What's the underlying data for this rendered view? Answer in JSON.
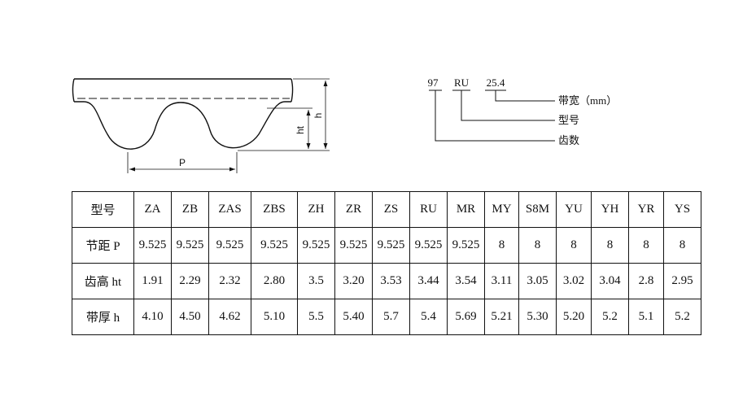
{
  "diagram": {
    "label_pitch": "P",
    "label_tooth_height": "ht",
    "label_belt_thickness": "h"
  },
  "designation": {
    "teeth_value": "97",
    "type_value": "RU",
    "width_value": "25.4",
    "width_label": "带宽（mm）",
    "type_label": "型号",
    "teeth_label": "齿数"
  },
  "table": {
    "header_label": "型号",
    "types": [
      "ZA",
      "ZB",
      "ZAS",
      "ZBS",
      "ZH",
      "ZR",
      "ZS",
      "RU",
      "MR",
      "MY",
      "S8M",
      "YU",
      "YH",
      "YR",
      "YS"
    ],
    "rows": [
      {
        "label": "节距 P",
        "values": [
          "9.525",
          "9.525",
          "9.525",
          "9.525",
          "9.525",
          "9.525",
          "9.525",
          "9.525",
          "9.525",
          "8",
          "8",
          "8",
          "8",
          "8",
          "8"
        ]
      },
      {
        "label": "齿高 ht",
        "values": [
          "1.91",
          "2.29",
          "2.32",
          "2.80",
          "3.5",
          "3.20",
          "3.53",
          "3.44",
          "3.54",
          "3.11",
          "3.05",
          "3.02",
          "3.04",
          "2.8",
          "2.95"
        ]
      },
      {
        "label": "带厚 h",
        "values": [
          "4.10",
          "4.50",
          "4.62",
          "5.10",
          "5.5",
          "5.40",
          "5.7",
          "5.4",
          "5.69",
          "5.21",
          "5.30",
          "5.20",
          "5.2",
          "5.1",
          "5.2"
        ]
      }
    ]
  }
}
